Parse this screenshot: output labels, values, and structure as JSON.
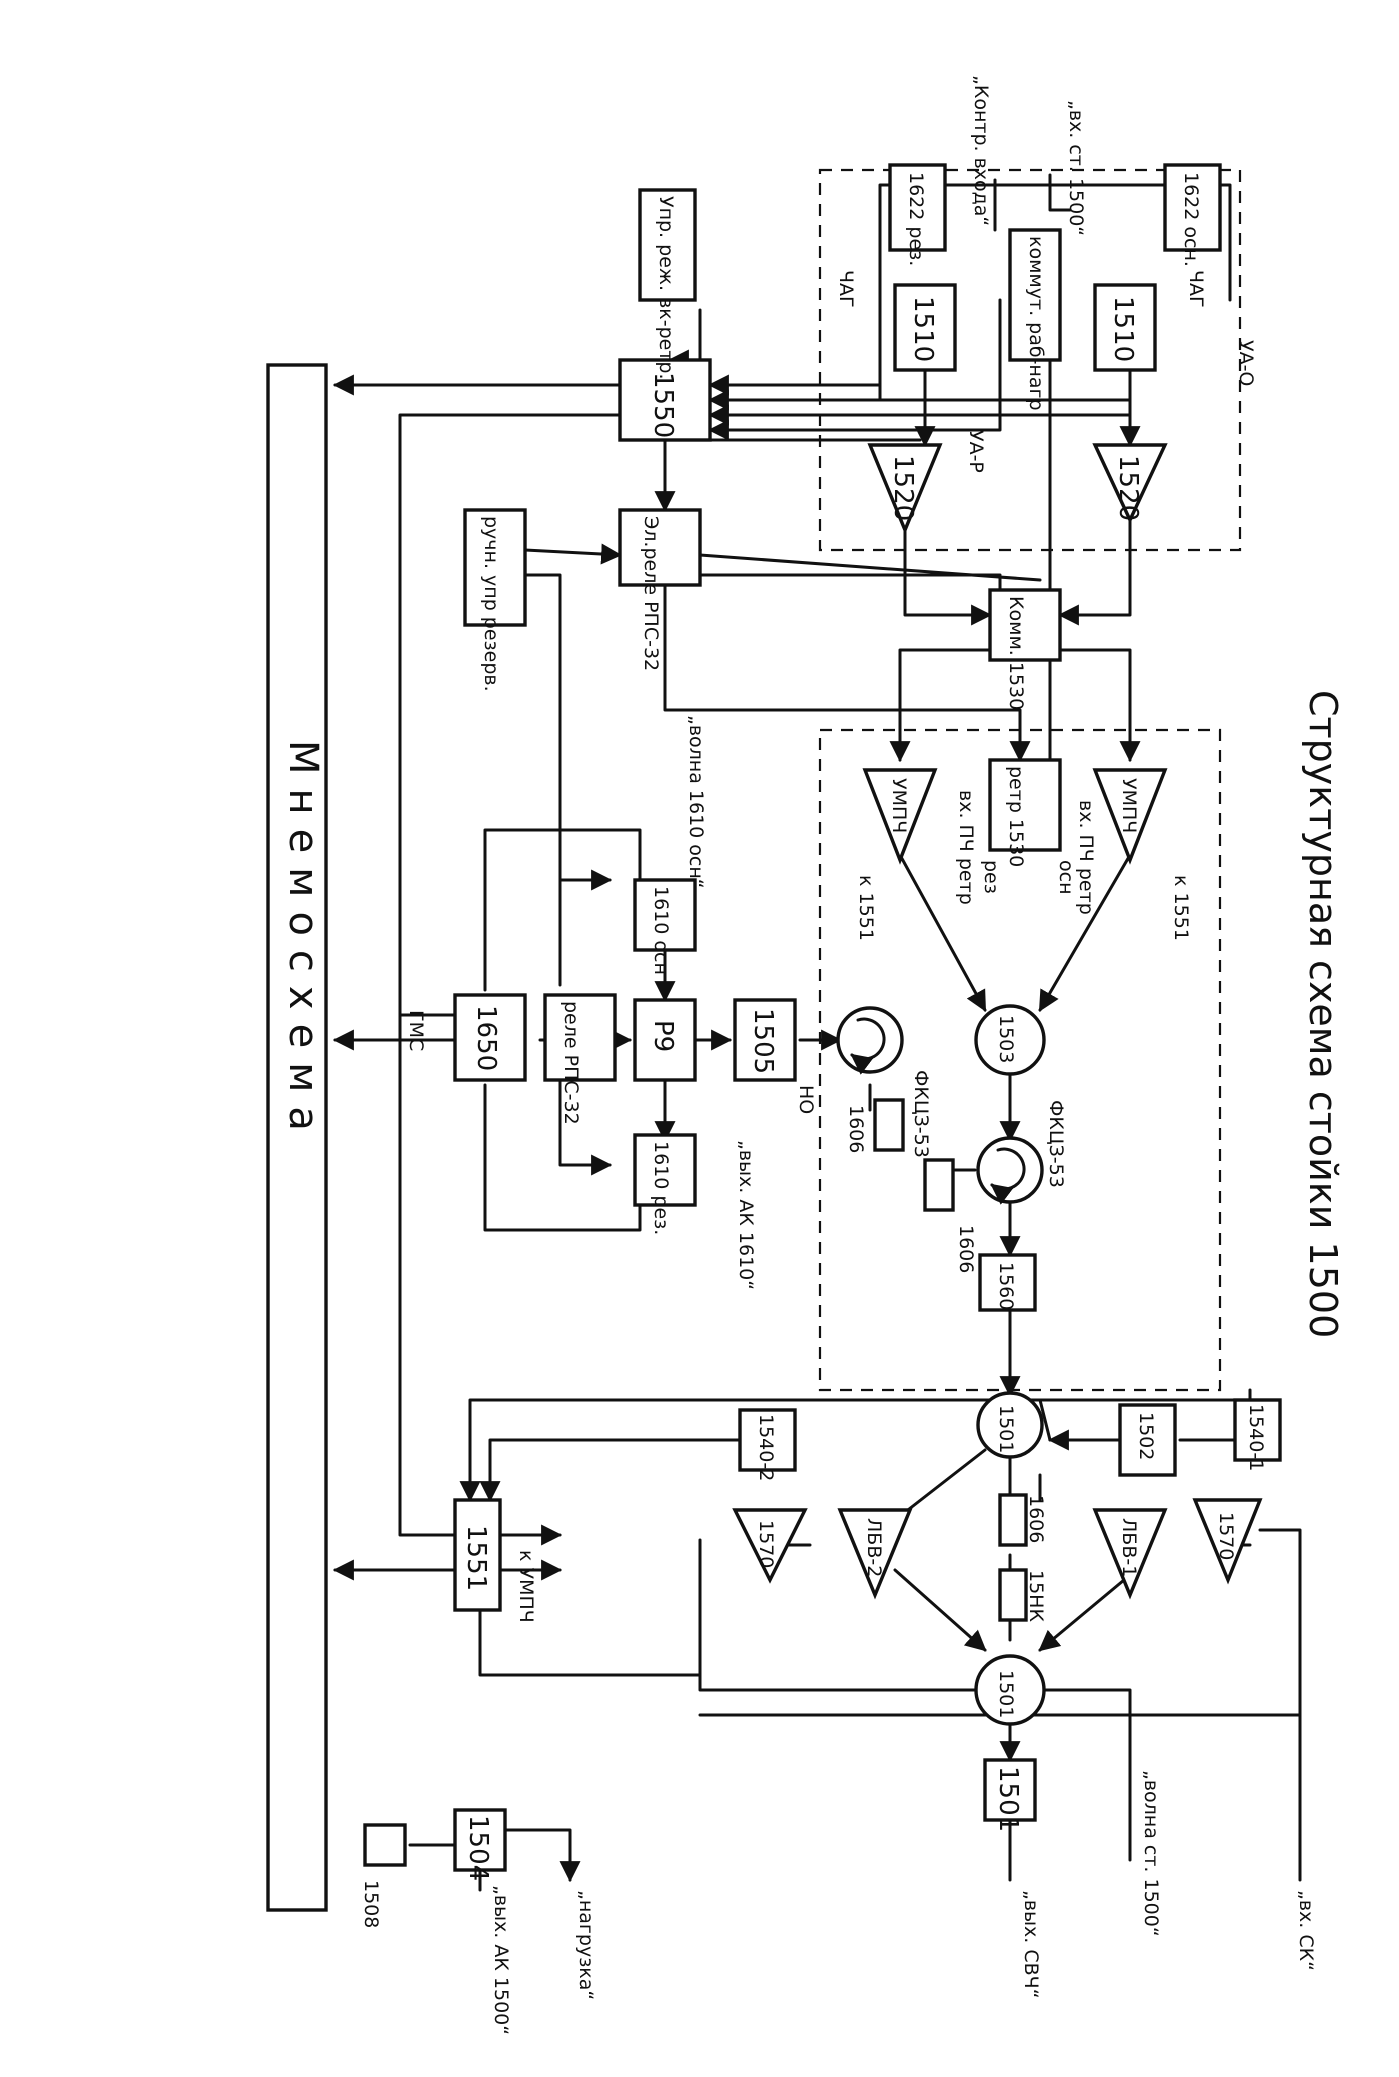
{
  "title": "Структурная схема стойки 1500",
  "mnemo": "Мнемосхема",
  "blocks": {
    "b1622_rez": "1622 рез.",
    "b1622_osn": "1622 осн.",
    "b_upr": "Упр. реж. вк-ретр.",
    "b_kommut": "коммут. раб-нагр",
    "b1510_a": "1510",
    "b1510_b": "1510",
    "b1550": "1550",
    "b1520_a": "1520",
    "b1520_b": "1520",
    "b_rele1": "Эл.реле РПС-32",
    "b_ruchn": "ручн. упр резерв.",
    "b1530a": "Комм. 1530",
    "b1530b": "ретр 1530",
    "b_umpch_a": "УМПЧ",
    "b_umpch_b": "УМПЧ",
    "b1610_osn": "1610 осн",
    "b1650": "1650",
    "b_rele2": "реле РПС-32",
    "b_r9": "Р9",
    "b1505": "1505",
    "b1503": "1503",
    "b1610_rez": "1610 рез.",
    "b1540_2": "1540-2",
    "b1540_1": "1540-1",
    "b1560": "1560",
    "b1502": "1502",
    "b1501_c": "1501",
    "b1551": "1551",
    "b1570_a": "1570",
    "b1570_b": "1570",
    "b_lbv2": "ЛБВ-2",
    "b_lbv1": "ЛБВ-1",
    "b1606_a": "1606",
    "b15nk": "15НК",
    "b1501_d": "1501",
    "b1501_out": "1501",
    "b1504": "1504",
    "b1508": "1508"
  },
  "labels": {
    "vx_st": "„вх. ст. 1500“",
    "kontr": "„Контр. входа“",
    "chag_a": "ЧАГ",
    "chag_b": "ЧАГ",
    "ua_r": "УА-Р",
    "ua_o": "УА-О",
    "volna1610": "„волна 1610 осн“",
    "vx_pch_retr": "вх. ПЧ ретр",
    "osn": "осн",
    "rez": "рез",
    "vx_pch_retr2": "вх. ПЧ ретр",
    "k1551_a": "к 1551",
    "k1551_b": "к 1551",
    "fkc_a": "ФКЦЗ-53",
    "fkc_b": "ФКЦЗ-53",
    "no": "НО",
    "b1606_b": "1606",
    "b1606_c": "1606",
    "vyx_ak1610": "„вых. АК 1610“",
    "gms": "ГМС",
    "k_umpch": "к УМПЧ",
    "volna_st": "„волна ст. 1500“",
    "vx_sk": "„вх. СК“",
    "vyx_svch": "„вых. СВЧ“",
    "nagruzka": "„нагрузка“",
    "vyx_ak1500": "„вых. АК 1500“"
  }
}
